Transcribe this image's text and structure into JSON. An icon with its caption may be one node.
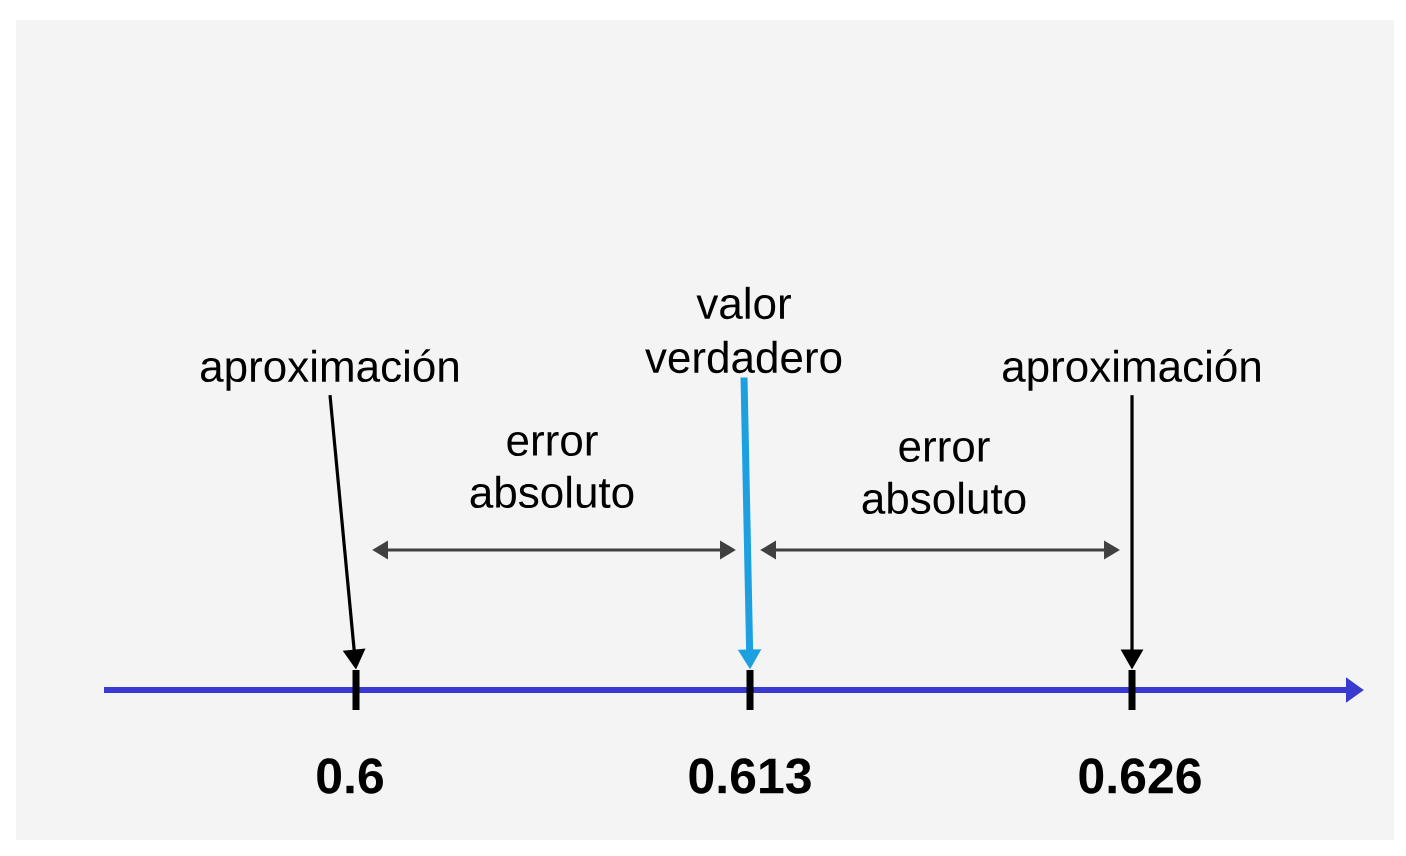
{
  "diagram": {
    "nodes": [
      {
        "text": [
          "aproximación"
        ]
      },
      {
        "text": [
          "valor verdadero"
        ]
      },
      {
        "text": [
          "aproximación"
        ]
      },
      {
        "text": [],
        "shape": "bar"
      },
      {
        "text": [],
        "shape": "bar"
      },
      {
        "text": [],
        "shape": "bar"
      }
    ],
    "edges": [
      {
        "from": 0,
        "to": 3,
        "arrow": "to"
      },
      {
        "from": 1,
        "to": 4,
        "arrow": "to",
        "style": "thick",
        "color": "#1ca0e0"
      },
      {
        "from": 2,
        "to": 5,
        "arrow": "to"
      }
    ],
    "labels": [
      "error absoluto",
      "error absoluto",
      "0.6",
      "0.613",
      "0.626"
    ]
  }
}
